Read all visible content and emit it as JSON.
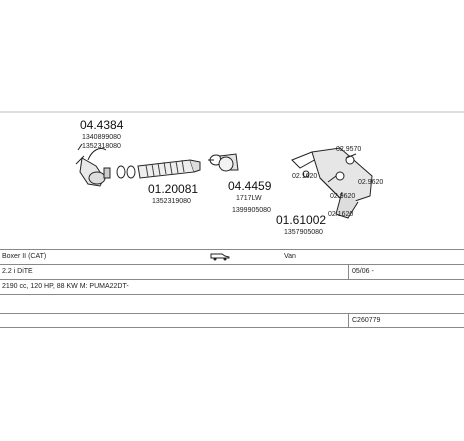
{
  "parts": {
    "p1": {
      "number": "04.4384",
      "ref1": "1340899080",
      "ref2": "1352318080"
    },
    "p2": {
      "number": "01.20081",
      "ref": "1352319080"
    },
    "p3": {
      "number": "04.4459",
      "ref1": "1717LW",
      "ref2": "1399905080"
    },
    "p4": {
      "number": "01.61002",
      "ref": "1357905080"
    }
  },
  "small_labels": {
    "a": "02.9570",
    "b": "02.1620",
    "c": "02.9620",
    "d": "02.9620",
    "e": "02.1620"
  },
  "info": {
    "model": "Boxer II (CAT)",
    "body": "Van",
    "engine": "2.2 i DiTE",
    "date": "05/06 -",
    "spec": "2190 cc, 120 HP, 88 KW M: PUMA22DT-",
    "code": "C260779"
  }
}
